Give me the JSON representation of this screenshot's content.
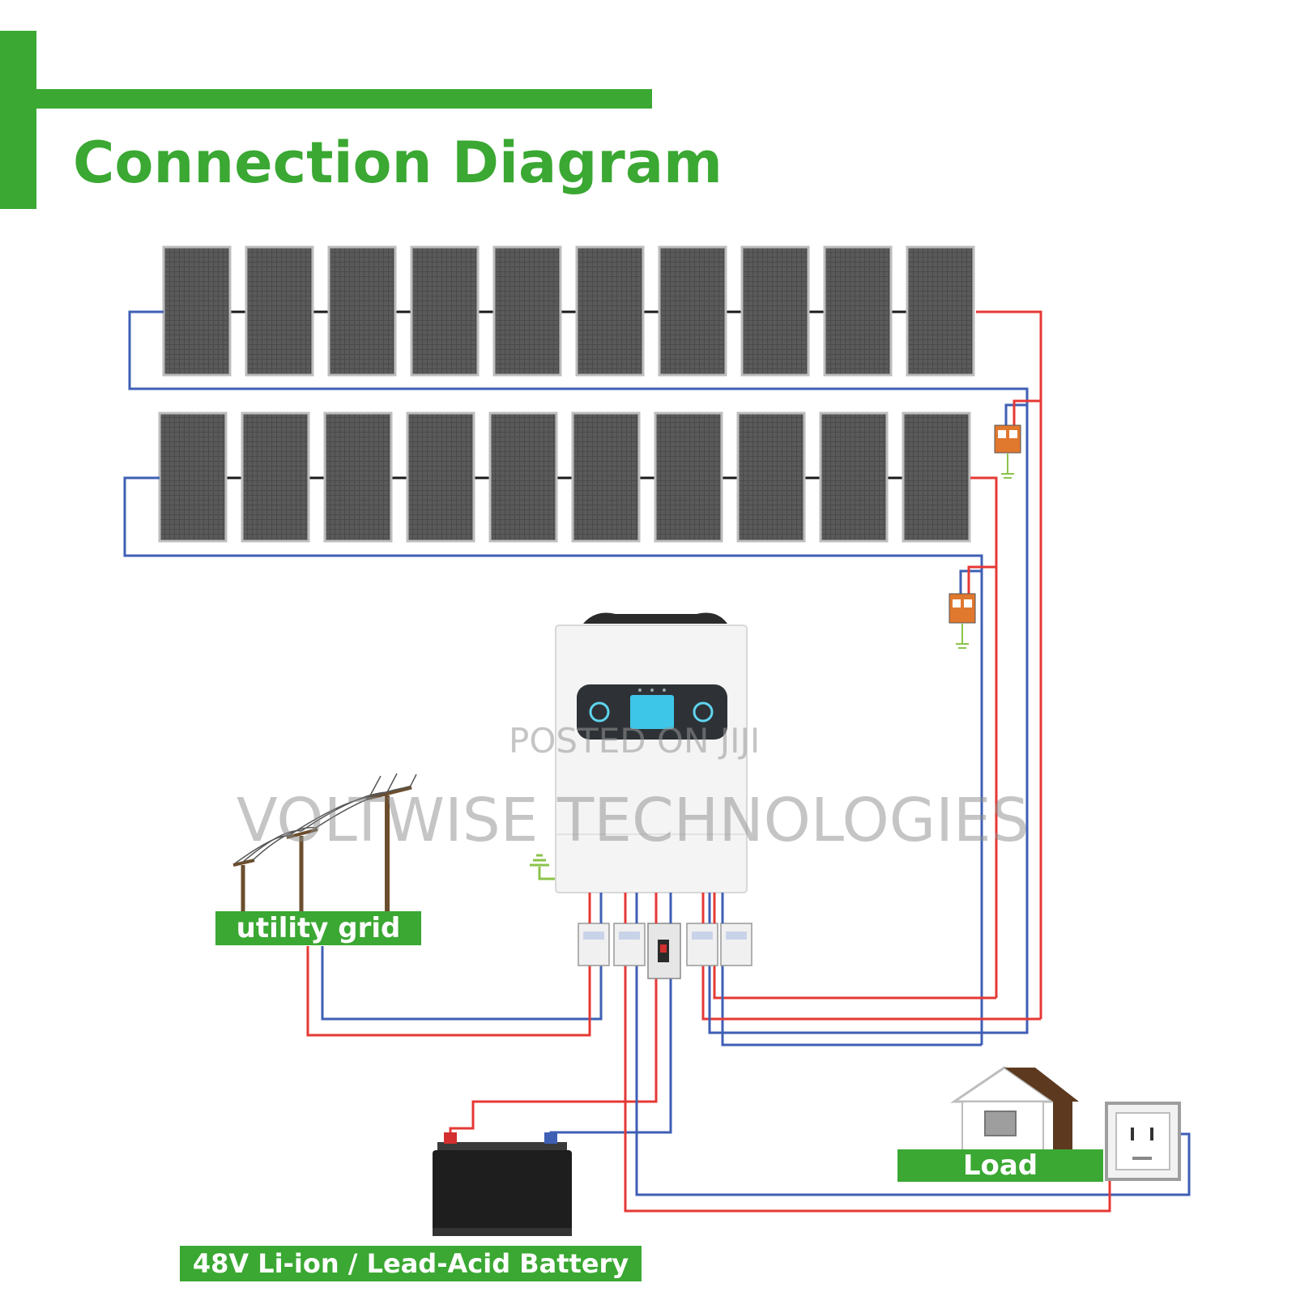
{
  "title": "Connection Diagram",
  "labels": {
    "utility_grid": "utility grid",
    "load": "Load",
    "battery": "48V Li-ion / Lead-Acid Battery"
  },
  "watermarks": {
    "posted": "POSTED ON JIJI",
    "company": "VOLTWISE TECHNOLOGIES"
  },
  "colors": {
    "accent_green": "#3aa832",
    "positive_wire": "#e53935",
    "negative_wire": "#3f5fb5",
    "panel": "#4a4a4a",
    "ground_wire": "#8bc34a"
  },
  "panels": {
    "rows": 2,
    "panels_per_row": 10
  }
}
